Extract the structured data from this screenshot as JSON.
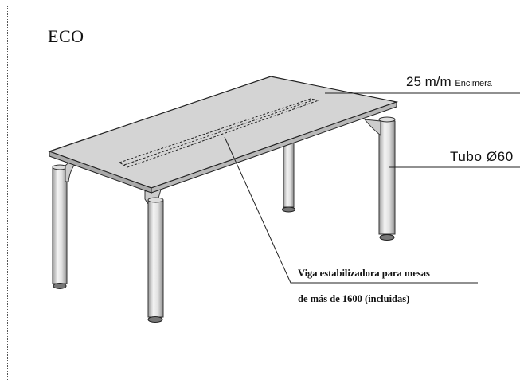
{
  "title": "ECO",
  "callouts": {
    "thickness": {
      "value": "25 m/m",
      "label": "Encimera"
    },
    "tube": "Tubo Ø60"
  },
  "note": {
    "line1": "Viga estabilizadora para mesas",
    "line2": "de más de 1600 (incluidas)"
  }
}
